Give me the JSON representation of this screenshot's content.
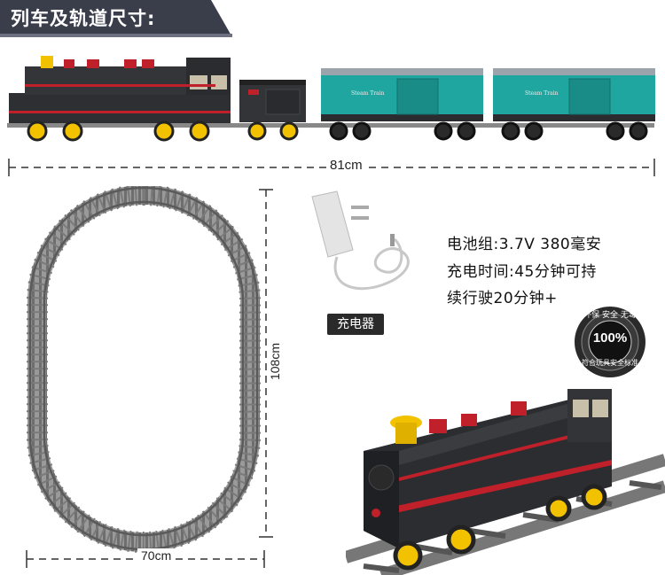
{
  "header": {
    "title": "列车及轨道尺寸:"
  },
  "train_cars": {
    "car_label_1": "Steam Train",
    "car_label_2": "Steam Train"
  },
  "dimensions": {
    "train_length": "81cm",
    "track_width": "70cm",
    "track_height": "108cm"
  },
  "battery_spec": {
    "line1": "电池组:3.7V 380毫安",
    "line2": "充电时间:45分钟可持",
    "line3": "续行驶20分钟+"
  },
  "charger": {
    "label": "充电器"
  },
  "safety_badge": {
    "top_text": "环保 安全 无毒",
    "percent": "100%",
    "bottom_text": "符合玩具安全标准"
  },
  "colors": {
    "banner": "#3a3d4a",
    "locomotive": "#2e2f33",
    "accent_red": "#c0202a",
    "boxcar_teal": "#1fa6a0",
    "wheel_yellow": "#f2c200",
    "track_gray": "#8a8a8a"
  }
}
